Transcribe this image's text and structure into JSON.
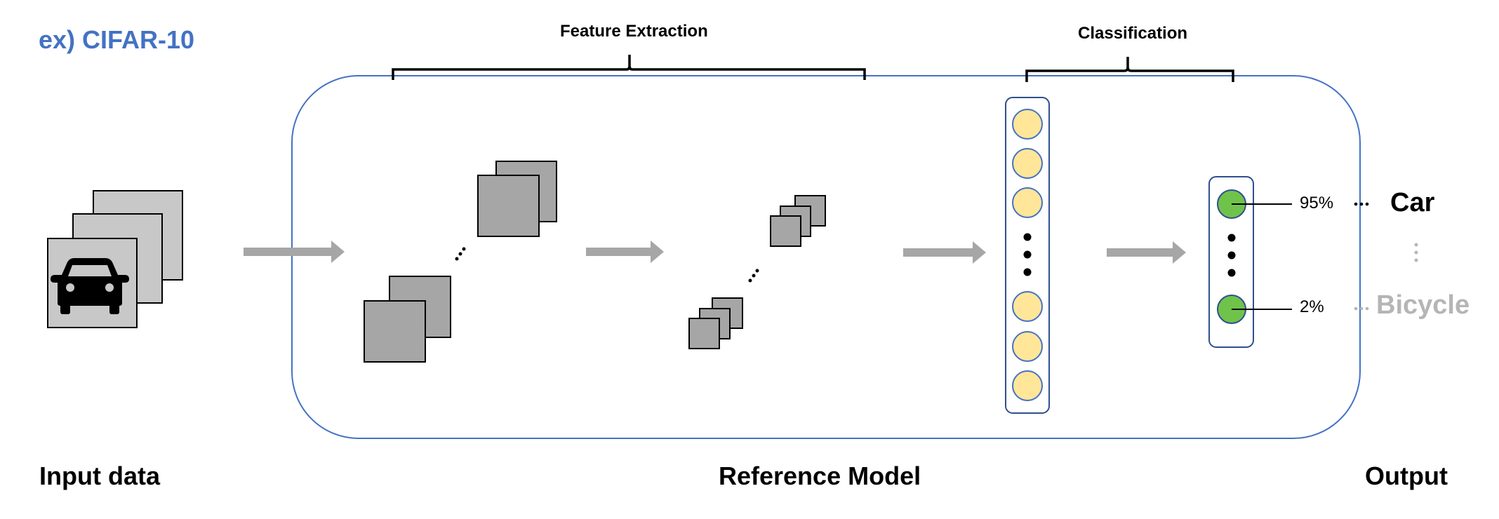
{
  "dataset_label": "ex) CIFAR-10",
  "stages": {
    "feature_extraction": "Feature Extraction",
    "classification": "Classification"
  },
  "outputs": [
    {
      "percent": "95%",
      "class": "Car",
      "highlighted": true
    },
    {
      "percent": "2%",
      "class": "Bicycle",
      "highlighted": false
    }
  ],
  "footer": {
    "input": "Input data",
    "model": "Reference Model",
    "output": "Output"
  },
  "icons": {
    "input": "car-icon"
  },
  "colors": {
    "accent_blue": "#4472c4",
    "feature_map_gray": "#a6a6a6",
    "input_gray": "#c8c8c8",
    "arrow_gray": "#a6a6a6",
    "hidden_node_fill": "#ffe699",
    "output_node_fill": "#70c34a",
    "muted_text": "#b5b5b5"
  }
}
